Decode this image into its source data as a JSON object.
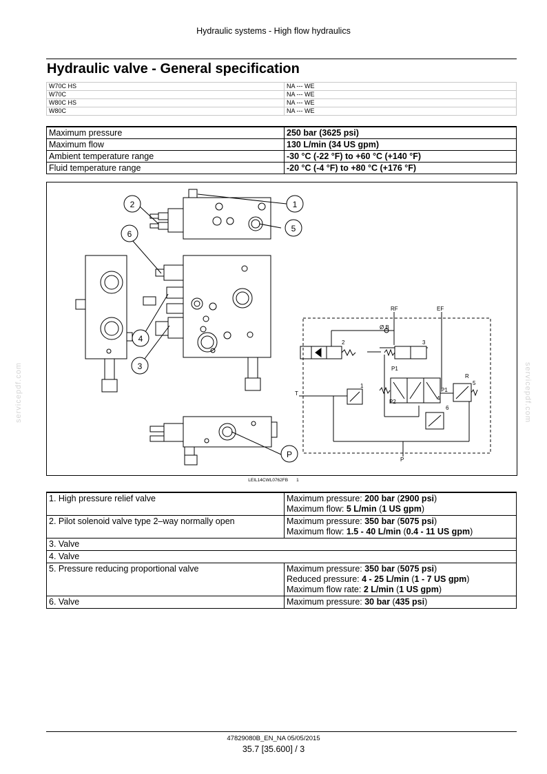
{
  "header": {
    "running_title": "Hydraulic systems - High flow hydraulics"
  },
  "title": "Hydraulic valve - General specification",
  "models": [
    {
      "model": "W70C HS",
      "market": "NA --- WE"
    },
    {
      "model": "W70C",
      "market": "NA --- WE"
    },
    {
      "model": "W80C HS",
      "market": "NA --- WE"
    },
    {
      "model": "W80C",
      "market": "NA --- WE"
    }
  ],
  "specs": [
    {
      "label": "Maximum pressure",
      "value": "250 bar (3625 psi)"
    },
    {
      "label": "Maximum flow",
      "value": "130 L/min (34 US gpm)"
    },
    {
      "label": "Ambient temperature range",
      "value": "-30 °C (-22 °F) to +60 °C (+140 °F)"
    },
    {
      "label": "Fluid temperature range",
      "value": "-20 °C (-4 °F) to +80 °C (+176 °F)"
    }
  ],
  "figure": {
    "callouts": [
      "1",
      "2",
      "3",
      "4",
      "5",
      "6",
      "P"
    ],
    "schematic_labels": {
      "rf": "RF",
      "ef": "EF",
      "t": "T",
      "p": "P",
      "r": "R",
      "p1": "P1",
      "p2": "P2",
      "b": "Ø B",
      "n1": "1",
      "n2": "2",
      "n3": "3",
      "n4": "4",
      "n5": "5",
      "n6": "6",
      "p1b": "P1"
    },
    "code": "LEIL14CWL0762FB",
    "number": "1"
  },
  "components": [
    {
      "name": "1. High pressure relief valve",
      "details": [
        "Maximum pressure: 200 bar (2900 psi)",
        "Maximum flow: 5 L/min (1 US gpm)"
      ]
    },
    {
      "name": "2. Pilot solenoid valve type 2–way normally open",
      "details": [
        "Maximum pressure: 350 bar (5075 psi)",
        "Maximum flow: 1.5 - 40 L/min (0.4 - 11 US gpm)"
      ]
    },
    {
      "name": "3.  Valve",
      "details": []
    },
    {
      "name": "4.  Valve",
      "details": []
    },
    {
      "name": "5. Pressure reducing proportional valve",
      "details": [
        "Maximum pressure: 350 bar (5075 psi)",
        "Reduced pressure: 4 - 25 L/min (1 - 7 US gpm)",
        "Maximum flow rate: 2 L/min (1 US gpm)"
      ]
    },
    {
      "name": "6.  Valve",
      "details": [
        "Maximum pressure: 30 bar (435 psi)"
      ]
    }
  ],
  "watermark": "servicepdf.com",
  "footer": {
    "doc_id": "47829080B_EN_NA 05/05/2015",
    "page": "35.7 [35.600] / 3"
  }
}
